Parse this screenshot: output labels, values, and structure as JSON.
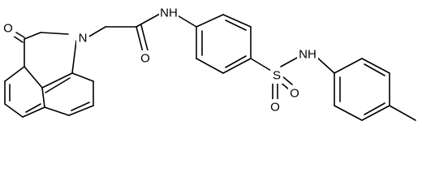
{
  "molecule": {
    "atoms": {
      "o_ketone": "O",
      "n_ring": "N",
      "o_amide": "O",
      "n_amide": "NH",
      "s_sulfonyl": "S",
      "o_sulfonyl_1": "O",
      "o_sulfonyl_2": "O",
      "n_sulfonamide": "NH"
    },
    "colors": {
      "bond": "#000000",
      "text": "#000000",
      "background": "#ffffff"
    }
  }
}
